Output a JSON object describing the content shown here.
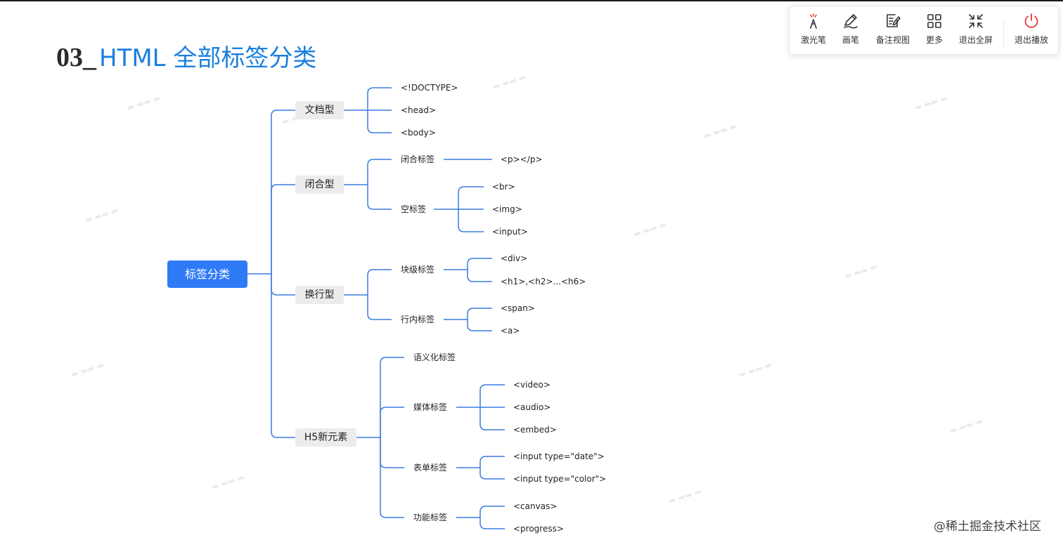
{
  "slide": {
    "title_number": "03_",
    "title_text": "HTML 全部标签分类"
  },
  "toolbar": {
    "items": [
      {
        "label": "激光笔",
        "icon": "laser-pointer-icon"
      },
      {
        "label": "画笔",
        "icon": "pen-icon"
      },
      {
        "label": "备注视图",
        "icon": "notes-view-icon"
      },
      {
        "label": "更多",
        "icon": "grid-icon"
      },
      {
        "label": "退出全屏",
        "icon": "exit-fullscreen-icon"
      },
      {
        "label": "退出播放",
        "icon": "power-icon"
      }
    ],
    "exit_color": "#e53935"
  },
  "mindmap": {
    "root": "标签分类",
    "branches": [
      {
        "label": "文档型",
        "leaves": [
          "<!DOCTYPE>",
          "<head>",
          "<body>"
        ]
      },
      {
        "label": "闭合型",
        "children": [
          {
            "label": "闭合标签",
            "leaves": [
              "<p></p>"
            ]
          },
          {
            "label": "空标签",
            "leaves": [
              "<br>",
              "<img>",
              "<input>"
            ]
          }
        ]
      },
      {
        "label": "换行型",
        "children": [
          {
            "label": "块级标签",
            "leaves": [
              "<div>",
              "<h1>,<h2>...<h6>"
            ]
          },
          {
            "label": "行内标签",
            "leaves": [
              "<span>",
              "<a>"
            ]
          }
        ]
      },
      {
        "label": "H5新元素",
        "children": [
          {
            "label": "语义化标签",
            "leaves": []
          },
          {
            "label": "媒体标签",
            "leaves": [
              "<video>",
              "<audio>",
              "<embed>"
            ]
          },
          {
            "label": "表单标签",
            "leaves": [
              "<input type=\"date\">",
              "<input type=\"color\">"
            ]
          },
          {
            "label": "功能标签",
            "leaves": [
              "<canvas>",
              "<progress>"
            ]
          }
        ]
      }
    ],
    "line_color": "#3b7be0",
    "root_color": "#2f7bf6"
  },
  "footer": {
    "watermark_text": "@稀土掘金技术社区"
  }
}
